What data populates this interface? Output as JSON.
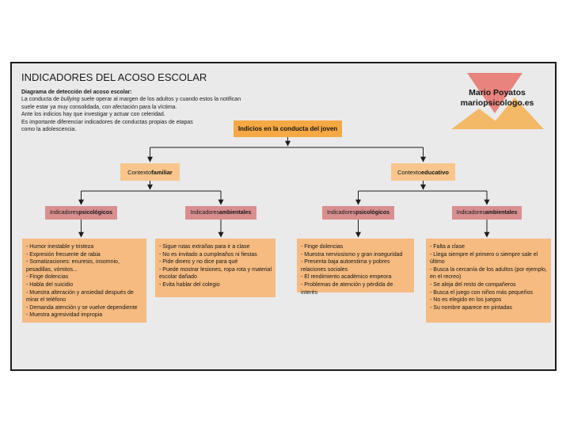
{
  "page": {
    "title": "INDICADORES DEL ACOSO ESCOLAR",
    "intro": {
      "heading": "Diagrama de detección del acoso escolar:",
      "line1_pre": "La conducta de ",
      "line1_italic": "bullying",
      "line1_post": " suele operar al margen de los adultos y cuando estos la notifican",
      "lines": [
        "suele estar ya muy consolidada, con afectación para la víctima.",
        "Ante los indicios hay que investigar y actuar con celeridad.",
        "Es importante diferenciar indicadores de conductas propias de etapas",
        "como la adolescencia."
      ]
    },
    "logo": {
      "name": "Mario Poyatos",
      "site": "mariopsicologo.es"
    }
  },
  "diagram": {
    "root": {
      "label": "Indicios en la conducta del joven"
    },
    "branches": [
      {
        "prefix": "Contexto ",
        "bold": "familiar"
      },
      {
        "prefix": "Contexto ",
        "bold": "educativo"
      }
    ],
    "categories": [
      {
        "prefix": "Indicadores ",
        "bold": "psicológicos"
      },
      {
        "prefix": "Indicadores ",
        "bold": "ambientales"
      },
      {
        "prefix": "Indicadores ",
        "bold": "psicológicos"
      },
      {
        "prefix": "Indicadores ",
        "bold": "ambientales"
      }
    ],
    "lists": [
      {
        "name": "familiar-psicologicos",
        "items": [
          "- Humor inestable y tristeza",
          "- Expresión frecuente de rabia",
          "- Somatizaciones: enuresis, insomnio, pesadillas, vómitos...",
          "- Finge dolencias",
          "- Habla del suicidio",
          "- Muestra alteración y ansiedad después de mirar el teléfono",
          "- Demanda atención y se vuelve dependiente",
          "- Muestra agresividad impropia"
        ]
      },
      {
        "name": "familiar-ambientales",
        "items": [
          "- Sigue rutas extrañas para ir a clase",
          "- No es invitado a cumpleaños ni fiestas",
          "- Pide dinero y no dice para qué",
          "- Puede mostrar lesiones, ropa rota y material escolar dañado",
          "- Evita hablar del colegio"
        ]
      },
      {
        "name": "educativo-psicologicos",
        "items": [
          "- Finge dolencias",
          "- Muestra nerviosismo y gran inseguridad",
          "- Presenta baja autoestima y pobres relaciones sociales",
          "- El rendimiento académico empeora",
          "- Problemas de atención y pérdida de interés"
        ]
      },
      {
        "name": "educativo-ambientales",
        "items": [
          "- Falta a clase",
          "- Llega siempre el primero o siempre sale el último",
          "- Busca la cercanía de los adultos (por ejemplo, en el recreo)",
          "- Se aleja del resto de compañeros",
          "- Busca el juego con niños más pequeños",
          "- No es elegido en los juegos",
          "- Su nombre aparece en pintadas"
        ]
      }
    ]
  },
  "colors": {
    "panel-bg": "#eaeaea",
    "panel-border": "#1c1c1c",
    "line": "#1c1c1c",
    "text": "#111111",
    "box-root": "#f5a843",
    "box-ctx": "#f8c68c",
    "box-ind": "#d98f8f",
    "box-list": "#f6bb80",
    "tri-down": "#e8837e",
    "tri-up": "#f4b966"
  }
}
